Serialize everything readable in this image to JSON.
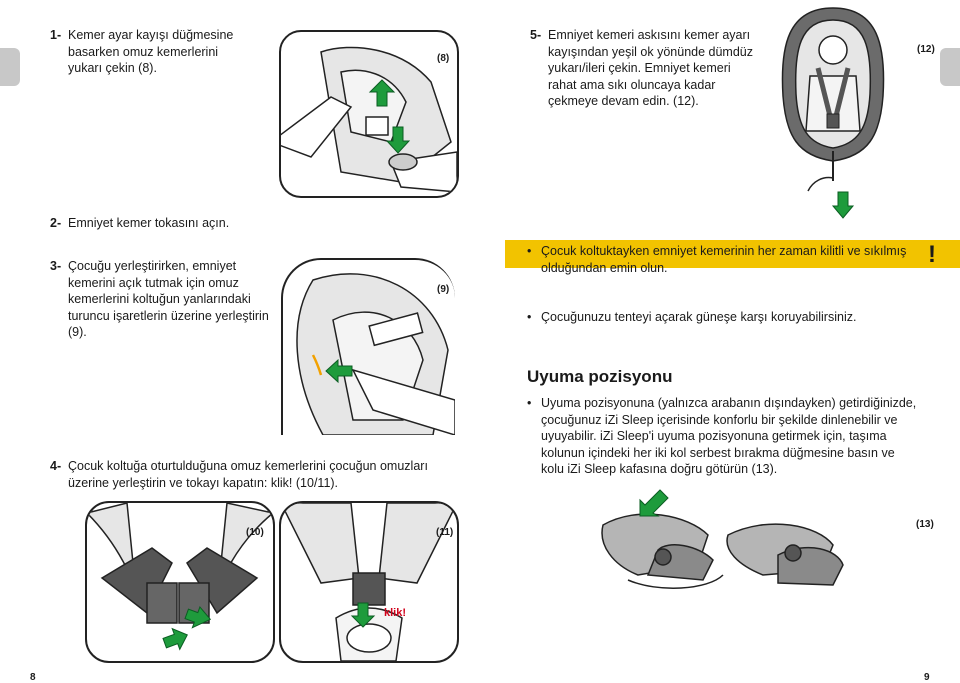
{
  "steps": {
    "s1": {
      "num": "1-",
      "text": "Kemer ayar kayışı düğmesine basarken omuz kemerlerini yukarı çekin (8)."
    },
    "s2": {
      "num": "2-",
      "text": "Emniyet kemer tokasını açın."
    },
    "s3": {
      "num": "3-",
      "text": "Çocuğu yerleştirirken, emniyet kemerini açık tutmak için omuz kemerlerini koltuğun yanlarındaki turuncu işaretlerin üzerine yerleştirin (9)."
    },
    "s4": {
      "num": "4-",
      "text": "Çocuk koltuğa oturtulduğuna omuz kemerlerini çocuğun omuzları üzerine yerleştirin ve tokayı kapatın: klik! (10/11)."
    },
    "s5": {
      "num": "5-",
      "text": "Emniyet kemeri askısını kemer ayarı kayışından yeşil ok yönünde dümdüz yukarı/ileri çekin. Emniyet kemeri rahat ama sıkı oluncaya kadar çekmeye devam edin. (12)."
    }
  },
  "figures": {
    "f8": "(8)",
    "f9": "(9)",
    "f10": "(10)",
    "f11": "(11)",
    "f12": "(12)",
    "f13": "(13)",
    "klik": "klik!"
  },
  "warning": {
    "line1": "Çocuk koltuktayken emniyet kemerinin her zaman kilitli ve sıkılmış olduğundan emin olun.",
    "line2": "Çocuğunuzu tenteyi açarak güneşe karşı koruyabilirsiniz.",
    "mark": "!"
  },
  "sleep": {
    "title": "Uyuma pozisyonu",
    "text": "Uyuma pozisyonuna (yalnızca arabanın dışındayken) getirdiğinizde, çocuğunuz iZi Sleep içerisinde konforlu bir şekilde dinlenebilir ve uyuyabilir. iZi Sleep'i uyuma pozisyonuna getirmek için, taşıma kolunun içindeki her iki kol serbest bırakma düğmesine basın ve kolu iZi Sleep kafasına doğru götürün (13)."
  },
  "pages": {
    "left": "8",
    "right": "9"
  },
  "colors": {
    "accent_green": "#1e9b3c",
    "warning_yellow": "#f2c300",
    "tab_gray": "#c8c8c8",
    "orange": "#f2a100"
  }
}
